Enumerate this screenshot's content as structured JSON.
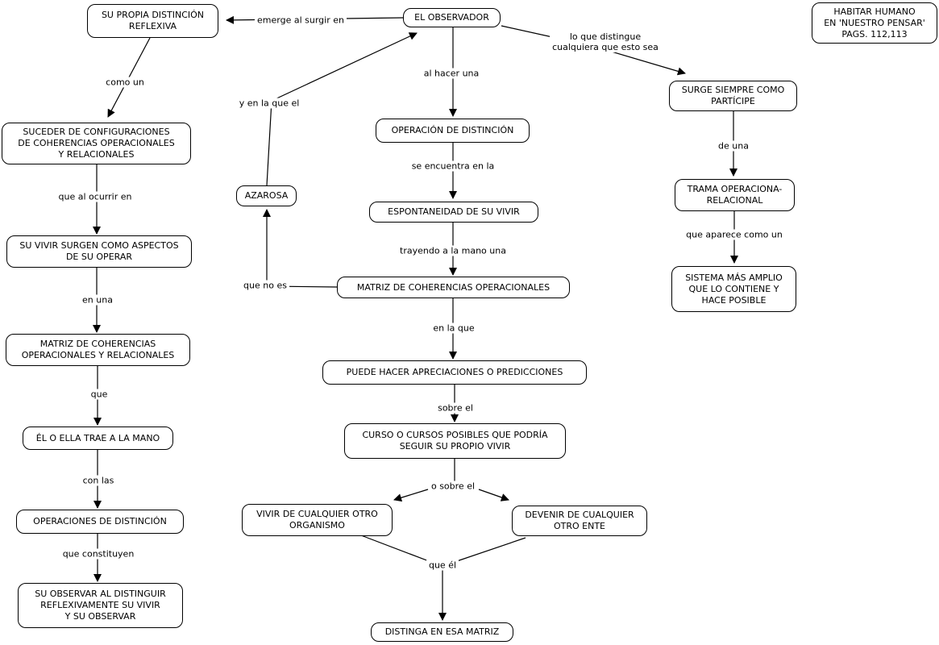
{
  "diagram_type": "concept-map",
  "colors": {
    "background": "#ffffff",
    "line": "#000000",
    "box_border": "#000000",
    "box_fill": "#ffffff",
    "text": "#000000"
  },
  "nodes": {
    "su_propia_distincion_reflexiva": "SU PROPIA DISTINCIÓN\nREFLEXIVA",
    "el_observador": "EL OBSERVADOR",
    "habitar_humano": "HABITAR HUMANO\nEN 'NUESTRO PENSAR'\nPAGS. 112,113",
    "suceder_de_configuraciones": "SUCEDER DE CONFIGURACIONES\nDE COHERENCIAS OPERACIONALES\nY RELACIONALES",
    "su_vivir_surgen": "SU VIVIR SURGEN COMO ASPECTOS\nDE SU OPERAR",
    "matriz_operacionales_relacionales": "MATRIZ DE COHERENCIAS\nOPERACIONALES Y RELACIONALES",
    "el_o_ella_trae_a_la_mano": "ÉL O ELLA TRAE A LA MANO",
    "operaciones_de_distincion": "OPERACIONES DE DISTINCIÓN",
    "su_observar_al_distinguir": "SU OBSERVAR AL DISTINGUIR\nREFLEXIVAMENTE SU VIVIR\nY SU OBSERVAR",
    "azarosa": "AZAROSA",
    "operacion_de_distincion": "OPERACIÓN DE DISTINCIÓN",
    "espontaneidad_de_su_vivir": "ESPONTANEIDAD DE SU VIVIR",
    "matriz_de_coherencias_operacionales": "MATRIZ DE COHERENCIAS OPERACIONALES",
    "puede_hacer_apreciaciones": "PUEDE HACER APRECIACIONES O PREDICCIONES",
    "curso_o_cursos_posibles": "CURSO O CURSOS POSIBLES QUE PODRÍA\nSEGUIR SU PROPIO VIVIR",
    "vivir_de_cualquier_otro_organismo": "VIVIR DE CUALQUIER OTRO\nORGANISMO",
    "devenir_de_cualquier_otro_ente": "DEVENIR DE CUALQUIER\nOTRO ENTE",
    "distinga_en_esa_matriz": "DISTINGA EN ESA MATRIZ",
    "surge_siempre_como_participe": "SURGE SIEMPRE COMO\nPARTÍCIPE",
    "trama_operacional_relacional": "TRAMA OPERACIONA-\nRELACIONAL",
    "sistema_mas_amplio": "SISTEMA MÁS AMPLIO\nQUE LO CONTIENE Y\nHACE POSIBLE"
  },
  "labels": {
    "emerge_al_surgir_en": "emerge al surgir en",
    "como_un": "como un",
    "al_hacer_una": "al hacer una",
    "lo_que_distingue": "lo que distingue\ncualquiera que esto sea",
    "y_en_la_que_el": "y en la que el",
    "que_al_ocurrir_en": "que al ocurrir en",
    "se_encuentra_en_la": "se encuentra en la",
    "de_una": "de una",
    "en_una": "en una",
    "trayendo_a_la_mano_una": "trayendo a la mano una",
    "que_no_es": "que no es",
    "que_aparece_como_un": "que aparece como un",
    "que": "que",
    "en_la_que": "en la que",
    "con_las": "con las",
    "sobre_el": "sobre el",
    "que_constituyen": "que constituyen",
    "o_sobre_el": "o sobre el",
    "que_el": "que él"
  }
}
